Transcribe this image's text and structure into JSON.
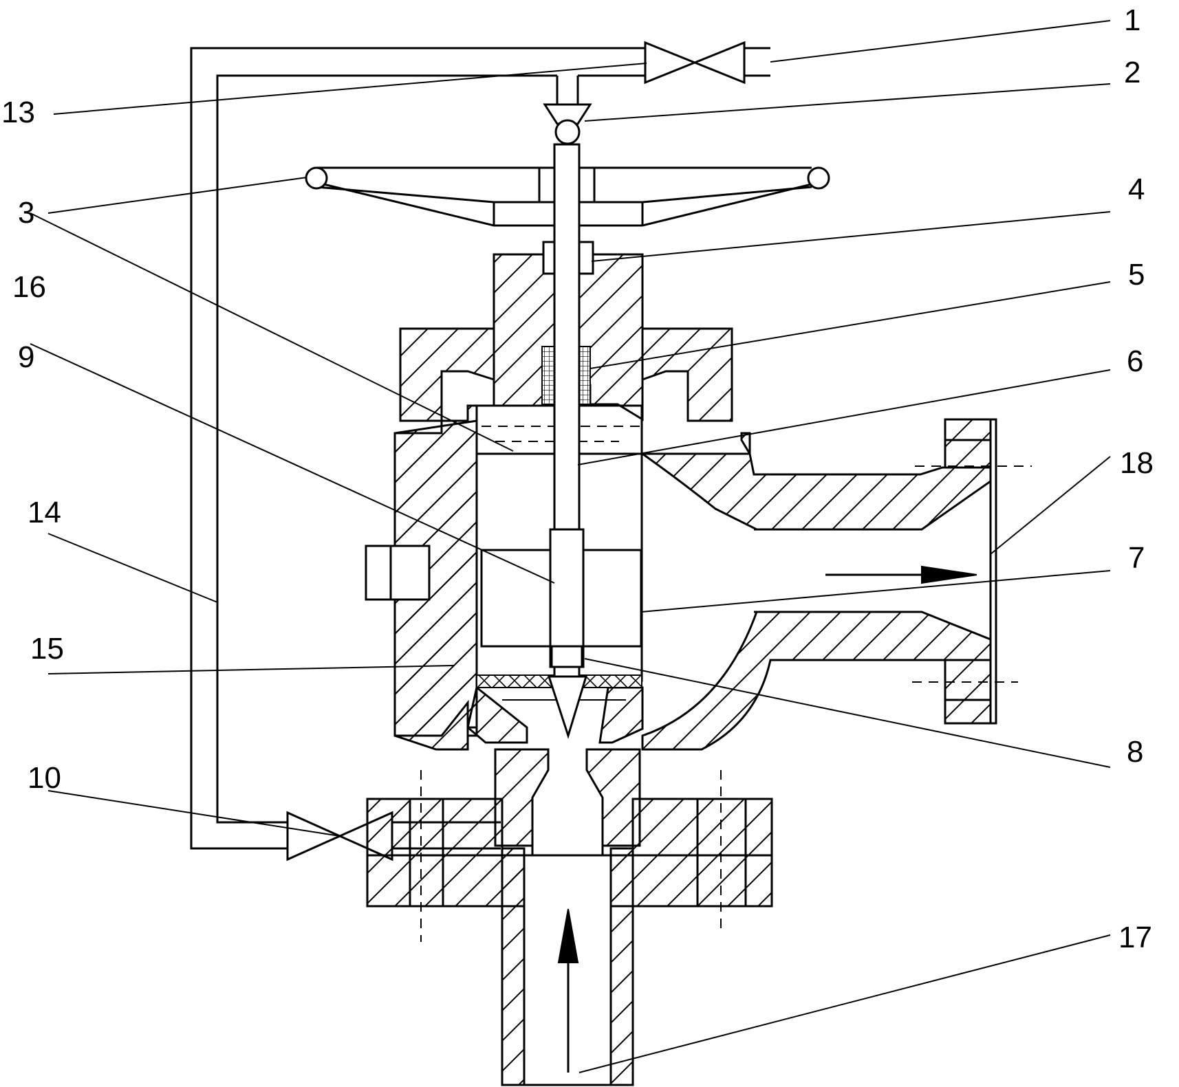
{
  "labels": {
    "p1": "1",
    "p2": "2",
    "p3": "3",
    "p4": "4",
    "p5": "5",
    "p6": "6",
    "p7": "7",
    "p8": "8",
    "p9": "9",
    "p10": "10",
    "p13": "13",
    "p14": "14",
    "p15": "15",
    "p16": "16",
    "p17": "17",
    "p18": "18"
  }
}
